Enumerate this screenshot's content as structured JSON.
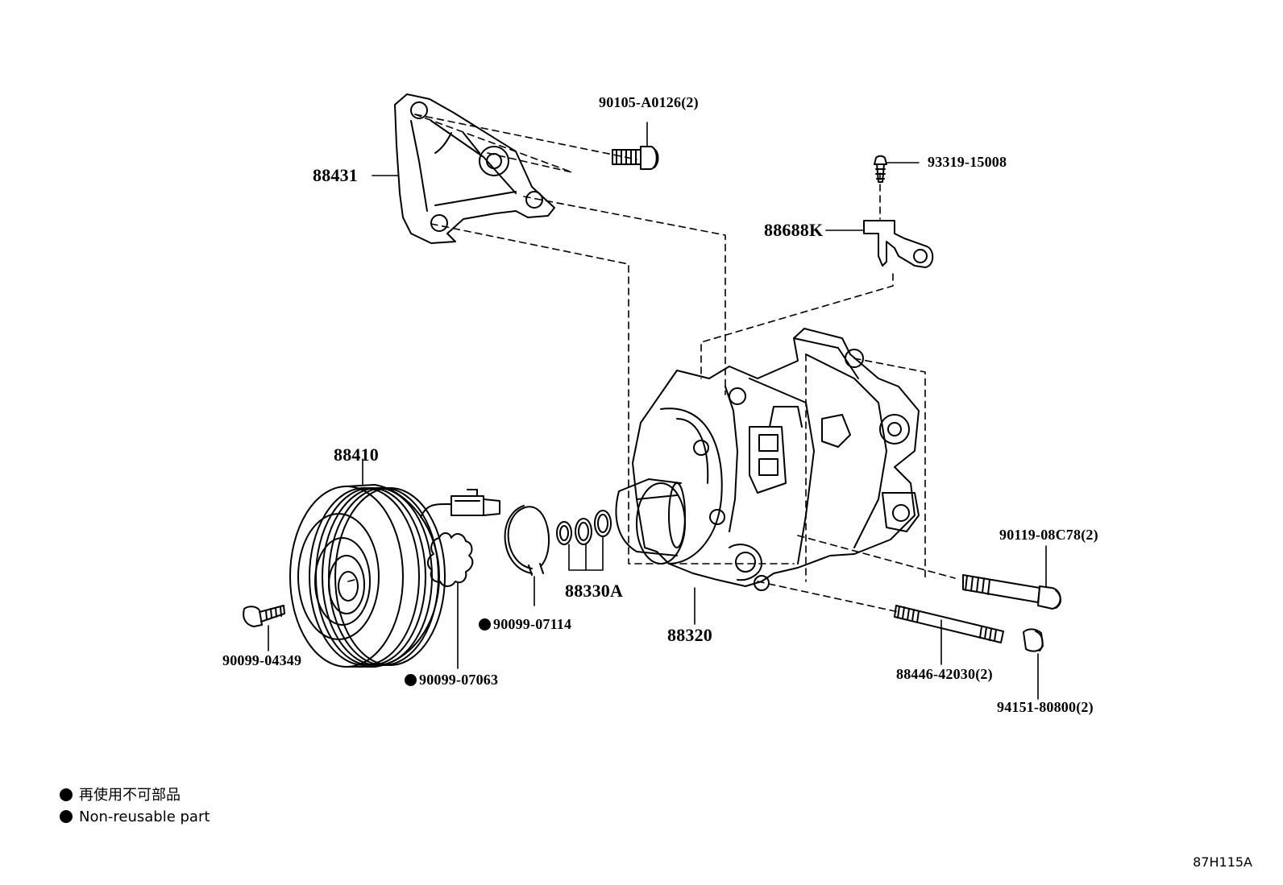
{
  "parts": {
    "bracket": "88431",
    "bracket_bolt": "90105-A0126(2)",
    "screw": "93319-15008",
    "clamp": "88688K",
    "clutch_assembly": "88410",
    "o_ring_kit": "88330A",
    "compressor": "88320",
    "pulley_bolt": "90099-04349",
    "shim": "90099-07063",
    "snap_ring": "90099-07114",
    "mount_bolt": "90119-08C78(2)",
    "stud_bolt": "88446-42030(2)",
    "nut": "94151-80800(2)"
  },
  "non_reusable": [
    "shim",
    "snap_ring"
  ],
  "legend": {
    "line_jp": "再使用不可部品",
    "line_en": "Non-reusable part"
  },
  "diagram_code": "87H115A",
  "colors": {
    "ink": "#000000",
    "paper": "#ffffff"
  }
}
